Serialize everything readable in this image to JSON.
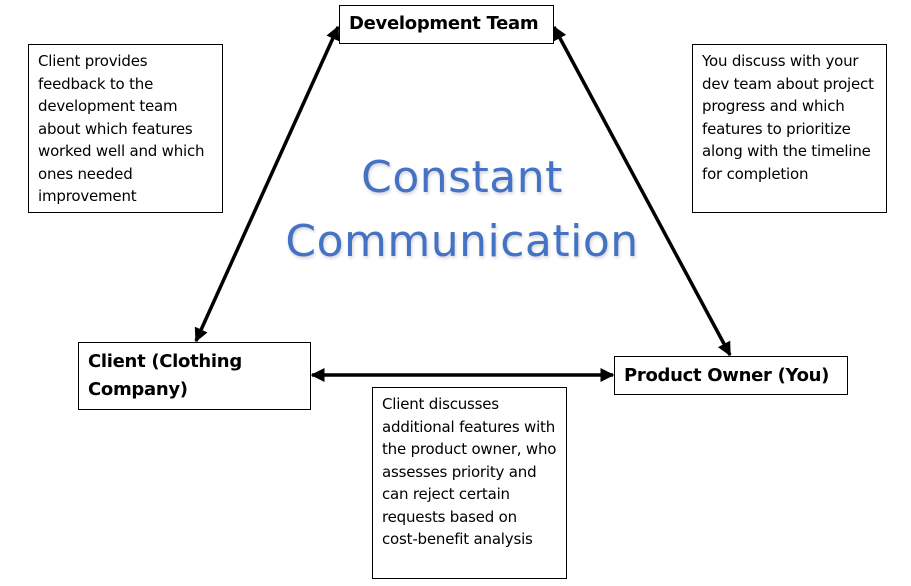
{
  "diagram": {
    "title_line1": "Constant",
    "title_line2": "Communication",
    "title_color": "#4472c4",
    "nodes": {
      "development_team": "Development Team",
      "client": "Client (Clothing Company)",
      "product_owner": "Product Owner (You)"
    },
    "notes": {
      "client_to_dev": "Client provides feedback to the development team about which features worked well and which ones needed improvement",
      "po_to_dev": "You discuss with your dev team about project progress and which features to prioritize along with the timeline for completion",
      "client_to_po": "Client discusses additional features with the product owner, who assesses priority and can reject certain requests based on cost-benefit analysis"
    },
    "connections": [
      {
        "from": "client",
        "to": "development_team",
        "direction": "bidirectional"
      },
      {
        "from": "product_owner",
        "to": "development_team",
        "direction": "bidirectional"
      },
      {
        "from": "client",
        "to": "product_owner",
        "direction": "bidirectional"
      }
    ]
  }
}
